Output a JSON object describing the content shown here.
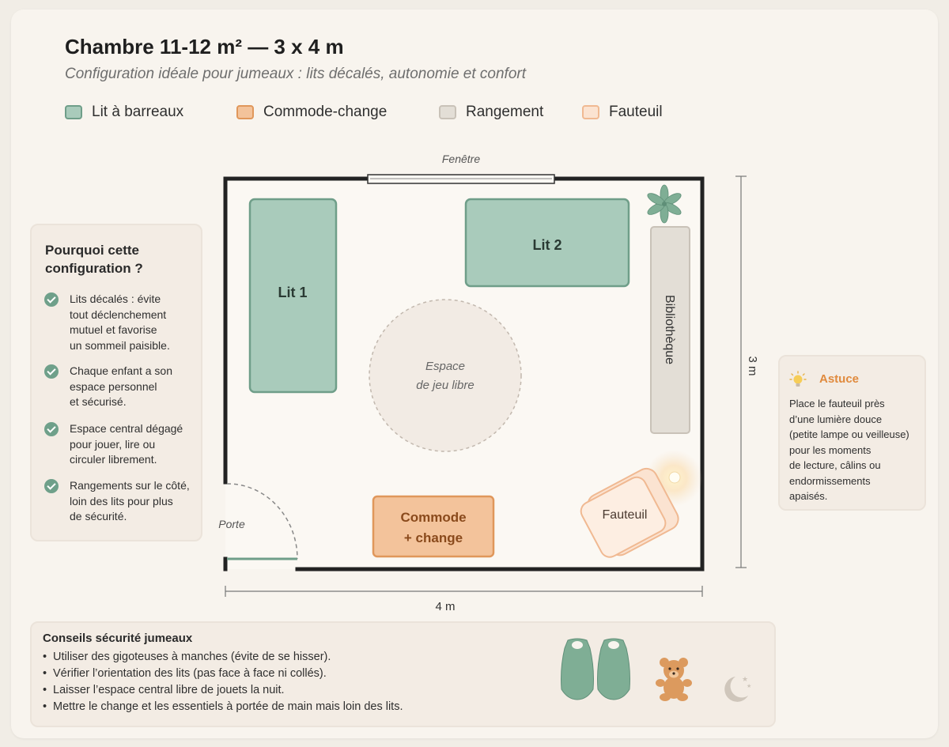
{
  "header": {
    "title": "Chambre 11-12 m² — 3 x 4 m",
    "subtitle": "Configuration idéale pour jumeaux : lits décalés, autonomie et confort"
  },
  "legend": [
    {
      "label": "Lit à barreaux",
      "color": "#a9cbbb",
      "border": "#6f9e89"
    },
    {
      "label": "Commode-change",
      "color": "#f3c39b",
      "border": "#e0975b"
    },
    {
      "label": "Rangement",
      "color": "#e3ded6",
      "border": "#c9c2b8"
    },
    {
      "label": "Fauteuil",
      "color": "#fbe3d1",
      "border": "#f0b992"
    }
  ],
  "plan": {
    "window_label": "Fenêtre",
    "door_label": "Porte",
    "bed1_label": "Lit 1",
    "bed2_label": "Lit 2",
    "play_area_line1": "Espace",
    "play_area_line2": "de jeu libre",
    "bookshelf_label": "Bibliothèque",
    "dresser_line1": "Commode",
    "dresser_line2": "+ change",
    "armchair_label": "Fauteuil",
    "width_label": "4 m",
    "height_label": "3 m",
    "icons": [
      "plant-icon",
      "lamp-icon"
    ]
  },
  "why": {
    "title": "Pourquoi cette\nconfiguration ?",
    "reasons": [
      "Lits décalés : évite\ntout déclenchement\nmutuel et favorise\nun sommeil paisible.",
      "Chaque enfant a son\nespace personnel\net sécurisé.",
      "Espace central dégagé\npour jouer, lire ou\ncirculer librement.",
      "Rangements sur le côté,\nloin des lits pour plus\nde sécurité."
    ]
  },
  "tip": {
    "title": "Astuce",
    "text": "Place le fauteuil près\nd’une lumière douce\n(petite lampe ou veilleuse)\npour les moments\nde lecture, câlins ou\nendormissements\napaisés.",
    "icon": "lightbulb-icon"
  },
  "safety": {
    "title": "Conseils sécurité jumeaux",
    "items": [
      "Utiliser des gigoteuses à manches (évite de se hisser).",
      "Vérifier l’orientation des lits (pas face à face ni collés).",
      "Laisser l’espace central libre de jouets la nuit.",
      "Mettre le change et les essentiels à portée de main mais loin des lits."
    ],
    "icons": [
      "sleep-sack-icon",
      "teddy-bear-icon",
      "moon-icon"
    ]
  }
}
